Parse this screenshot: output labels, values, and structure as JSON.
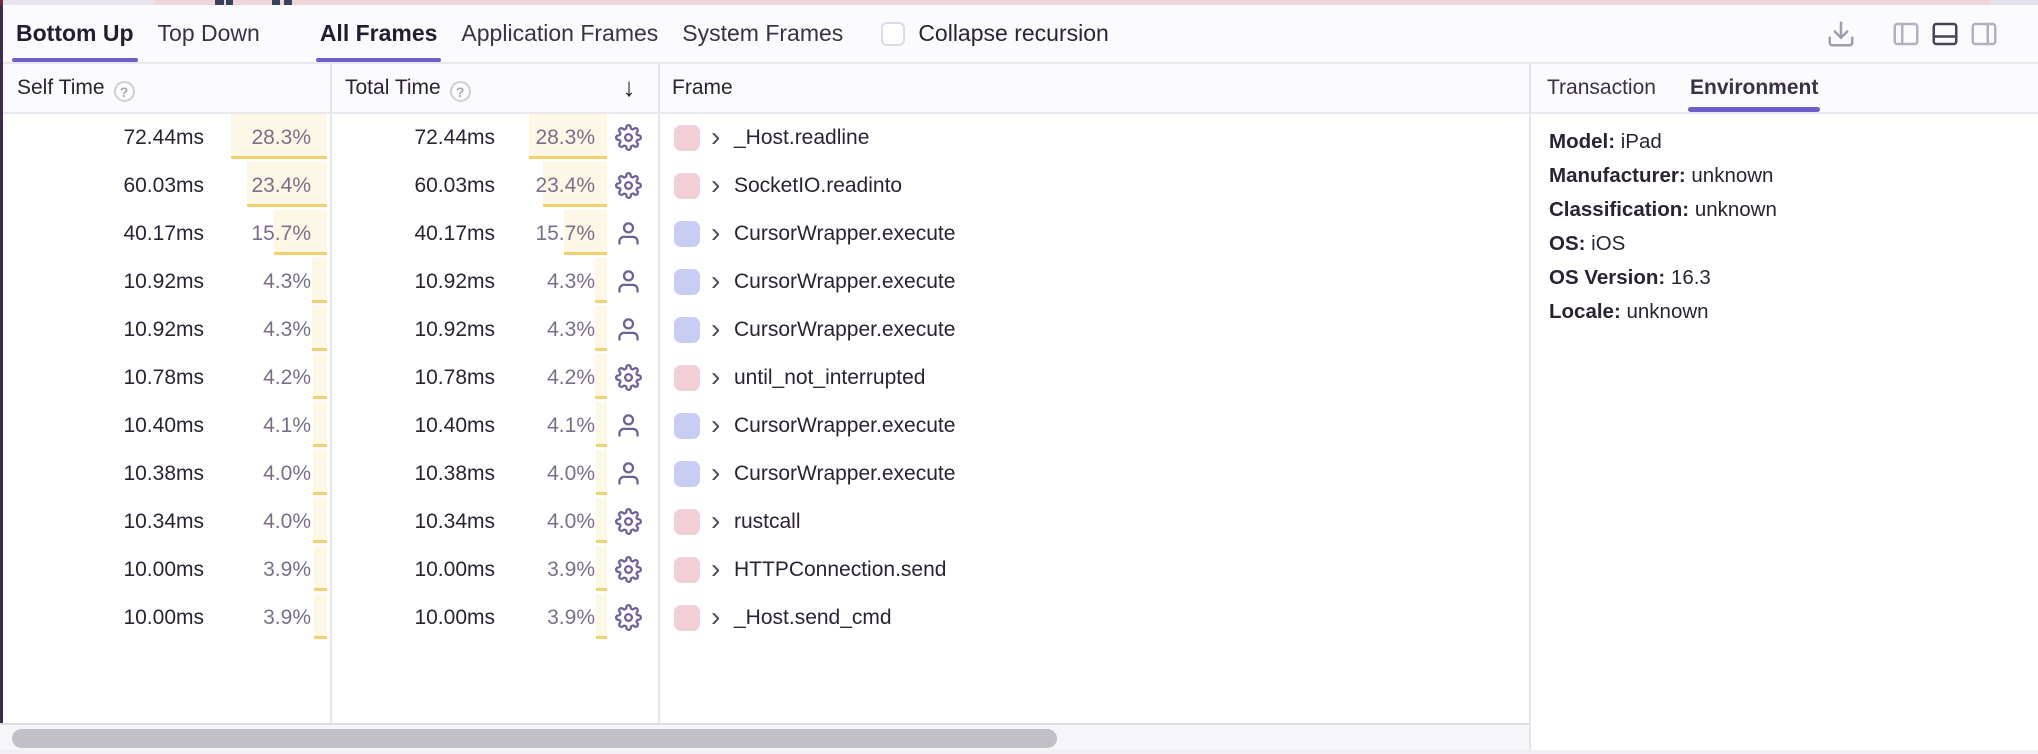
{
  "toolbar": {
    "view_tabs": [
      {
        "label": "Bottom Up",
        "active": true
      },
      {
        "label": "Top Down",
        "active": false
      }
    ],
    "frame_filter_tabs": [
      {
        "label": "All Frames",
        "active": true
      },
      {
        "label": "Application Frames",
        "active": false
      },
      {
        "label": "System Frames",
        "active": false
      }
    ],
    "collapse_recursion": {
      "label": "Collapse recursion",
      "checked": false
    },
    "action_icons": [
      "download-icon",
      "panel-left-icon",
      "panel-bottom-icon",
      "panel-right-icon"
    ],
    "active_layout_icon": "panel-bottom-icon"
  },
  "table": {
    "columns": {
      "self": "Self Time",
      "total": "Total Time",
      "frame": "Frame"
    },
    "sort": {
      "column": "total",
      "direction": "desc",
      "glyph": "↓"
    },
    "help_glyph": "?",
    "rows": [
      {
        "self_time": "72.44ms",
        "self_pct": "28.3%",
        "total_time": "72.44ms",
        "total_pct": "28.3%",
        "pct_value": 28.3,
        "frame_type": "gear",
        "swatch": "pink",
        "frame": "_Host.readline"
      },
      {
        "self_time": "60.03ms",
        "self_pct": "23.4%",
        "total_time": "60.03ms",
        "total_pct": "23.4%",
        "pct_value": 23.4,
        "frame_type": "gear",
        "swatch": "pink",
        "frame": "SocketIO.readinto"
      },
      {
        "self_time": "40.17ms",
        "self_pct": "15.7%",
        "total_time": "40.17ms",
        "total_pct": "15.7%",
        "pct_value": 15.7,
        "frame_type": "user",
        "swatch": "blue",
        "frame": "CursorWrapper.execute"
      },
      {
        "self_time": "10.92ms",
        "self_pct": "4.3%",
        "total_time": "10.92ms",
        "total_pct": "4.3%",
        "pct_value": 4.3,
        "frame_type": "user",
        "swatch": "blue",
        "frame": "CursorWrapper.execute"
      },
      {
        "self_time": "10.92ms",
        "self_pct": "4.3%",
        "total_time": "10.92ms",
        "total_pct": "4.3%",
        "pct_value": 4.3,
        "frame_type": "user",
        "swatch": "blue",
        "frame": "CursorWrapper.execute"
      },
      {
        "self_time": "10.78ms",
        "self_pct": "4.2%",
        "total_time": "10.78ms",
        "total_pct": "4.2%",
        "pct_value": 4.2,
        "frame_type": "gear",
        "swatch": "pink",
        "frame": "until_not_interrupted"
      },
      {
        "self_time": "10.40ms",
        "self_pct": "4.1%",
        "total_time": "10.40ms",
        "total_pct": "4.1%",
        "pct_value": 4.1,
        "frame_type": "user",
        "swatch": "blue",
        "frame": "CursorWrapper.execute"
      },
      {
        "self_time": "10.38ms",
        "self_pct": "4.0%",
        "total_time": "10.38ms",
        "total_pct": "4.0%",
        "pct_value": 4.0,
        "frame_type": "user",
        "swatch": "blue",
        "frame": "CursorWrapper.execute"
      },
      {
        "self_time": "10.34ms",
        "self_pct": "4.0%",
        "total_time": "10.34ms",
        "total_pct": "4.0%",
        "pct_value": 4.0,
        "frame_type": "gear",
        "swatch": "pink",
        "frame": "rustcall"
      },
      {
        "self_time": "10.00ms",
        "self_pct": "3.9%",
        "total_time": "10.00ms",
        "total_pct": "3.9%",
        "pct_value": 3.9,
        "frame_type": "gear",
        "swatch": "pink",
        "frame": "HTTPConnection.send"
      },
      {
        "self_time": "10.00ms",
        "self_pct": "3.9%",
        "total_time": "10.00ms",
        "total_pct": "3.9%",
        "pct_value": 3.9,
        "frame_type": "gear",
        "swatch": "pink",
        "frame": "_Host.send_cmd"
      }
    ]
  },
  "details_panel": {
    "tabs": [
      {
        "label": "Transaction",
        "active": false
      },
      {
        "label": "Environment",
        "active": true
      }
    ],
    "environment": [
      {
        "label": "Model:",
        "value": "iPad"
      },
      {
        "label": "Manufacturer:",
        "value": "unknown"
      },
      {
        "label": "Classification:",
        "value": "unknown"
      },
      {
        "label": "OS:",
        "value": "iOS"
      },
      {
        "label": "OS Version:",
        "value": "16.3"
      },
      {
        "label": "Locale:",
        "value": "unknown"
      }
    ]
  },
  "colors": {
    "accent_purple": "#6c5fc7",
    "bar_fill": "#fdf7e6",
    "bar_underline": "#f6cf71",
    "swatch_pink": "#f2cfd5",
    "swatch_blue": "#c9cdf3",
    "text_primary": "#2b2233",
    "text_secondary": "#7b6e89"
  }
}
